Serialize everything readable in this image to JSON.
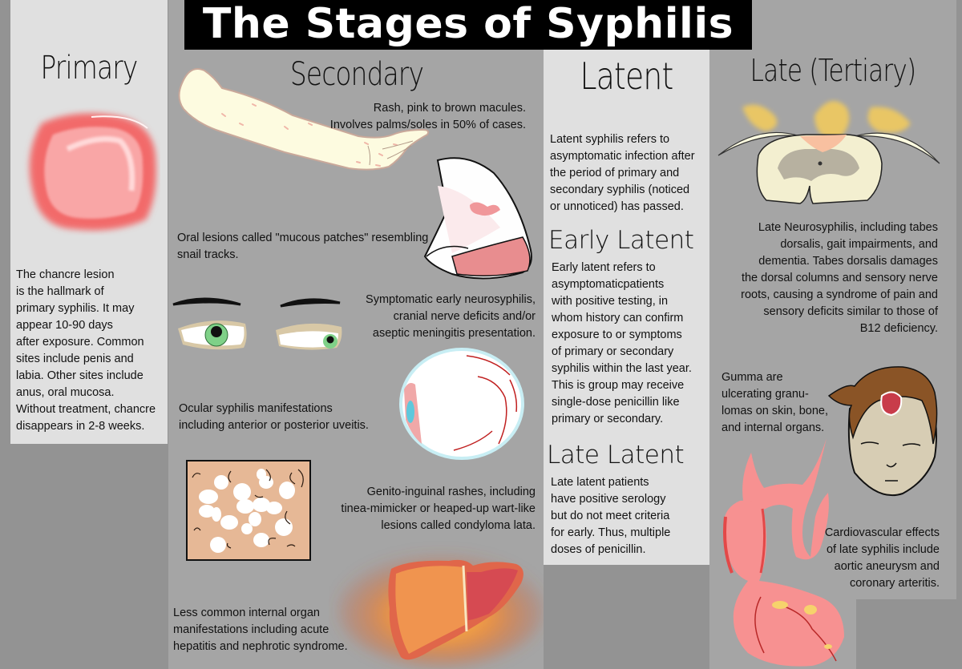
{
  "title": "The Stages of Syphilis",
  "colors": {
    "background": "#939393",
    "panel_light": "#e0e0e0",
    "panel_mid": "#a5a5a5",
    "title_bg": "#000000",
    "title_text": "#ffffff",
    "lesion_red": "#f06a6a"
  },
  "primary": {
    "heading": "Primary",
    "illustration": "chancre-lesion",
    "description": "The chancre lesion is the hallmark of primary syphilis. It may appear 10-90 days after exposure. Common sites include penis and labia. Other sites include anus, oral mucosa. Without treatment, chancre disappears in 2-8 weeks.",
    "lines": [
      "The chancre lesion",
      "is the hallmark of",
      "primary syphilis. It may",
      "appear 10-90 days",
      "after exposure. Common",
      "sites include penis and",
      "labia. Other sites include",
      "anus, oral mucosa.",
      "Without treatment, chancre",
      "disappears in 2-8 weeks."
    ]
  },
  "secondary": {
    "heading": "Secondary",
    "items": [
      {
        "illustration": "arm-rash",
        "lines": [
          "Rash, pink to brown macules.",
          "Involves palms/soles in 50% of cases."
        ]
      },
      {
        "illustration": "oral-mucous-patch",
        "lines": [
          "Oral lesions called \"mucous patches\" resembling",
          "snail tracks."
        ]
      },
      {
        "illustration": "eyes-nerve-palsy",
        "lines": [
          "Symptomatic early neurosyphilis,",
          "cranial nerve deficits and/or",
          "aseptic meningitis presentation."
        ]
      },
      {
        "illustration": "eyeball",
        "lines": [
          "Ocular syphilis manifestations",
          "including anterior or posterior uveitis."
        ]
      },
      {
        "illustration": "condyloma-skin",
        "lines": [
          "Genito-inguinal rashes, including",
          "tinea-mimicker or heaped-up wart-like",
          "lesions called condyloma lata."
        ]
      },
      {
        "illustration": "inflamed-liver",
        "lines": [
          "Less common internal organ",
          "manifestations including acute",
          "hepatitis and nephrotic syndrome."
        ]
      }
    ]
  },
  "latent": {
    "heading": "Latent",
    "intro_lines": [
      "Latent syphilis refers to",
      "asymptomatic infection after",
      "the period of primary and",
      "secondary syphilis (noticed",
      "or unnoticed) has passed."
    ],
    "early": {
      "heading": "Early Latent",
      "lines": [
        "Early latent refers to",
        "asymptomaticpatients",
        "with positive testing, in",
        "whom history can confirm",
        "exposure to or symptoms",
        "of primary or secondary",
        "syphilis within the last year.",
        "This is group may receive",
        "single-dose penicillin like",
        "primary or secondary."
      ]
    },
    "late": {
      "heading": "Late Latent",
      "lines": [
        "Late latent patients",
        "have positive serology",
        "but do not meet criteria",
        "for early. Thus, multiple",
        "doses of penicillin."
      ]
    }
  },
  "tertiary": {
    "heading": "Late (Tertiary)",
    "items": [
      {
        "illustration": "spinal-cord-cross-section",
        "lines": [
          "Late Neurosyphilis, including tabes",
          "dorsalis, gait impairments, and",
          "dementia. Tabes dorsalis damages",
          "the dorsal columns and sensory nerve",
          "roots, causing a syndrome of pain and",
          "sensory deficits similar to those of",
          "B12 deficiency."
        ]
      },
      {
        "illustration": "head-with-gumma",
        "lines": [
          "Gumma are",
          "ulcerating granu-",
          "lomas on skin, bone,",
          "and internal organs."
        ]
      },
      {
        "illustration": "aorta-and-heart",
        "lines": [
          "Cardiovascular effects",
          "of late syphilis include",
          "aortic aneurysm and",
          "coronary arteritis."
        ]
      }
    ]
  }
}
